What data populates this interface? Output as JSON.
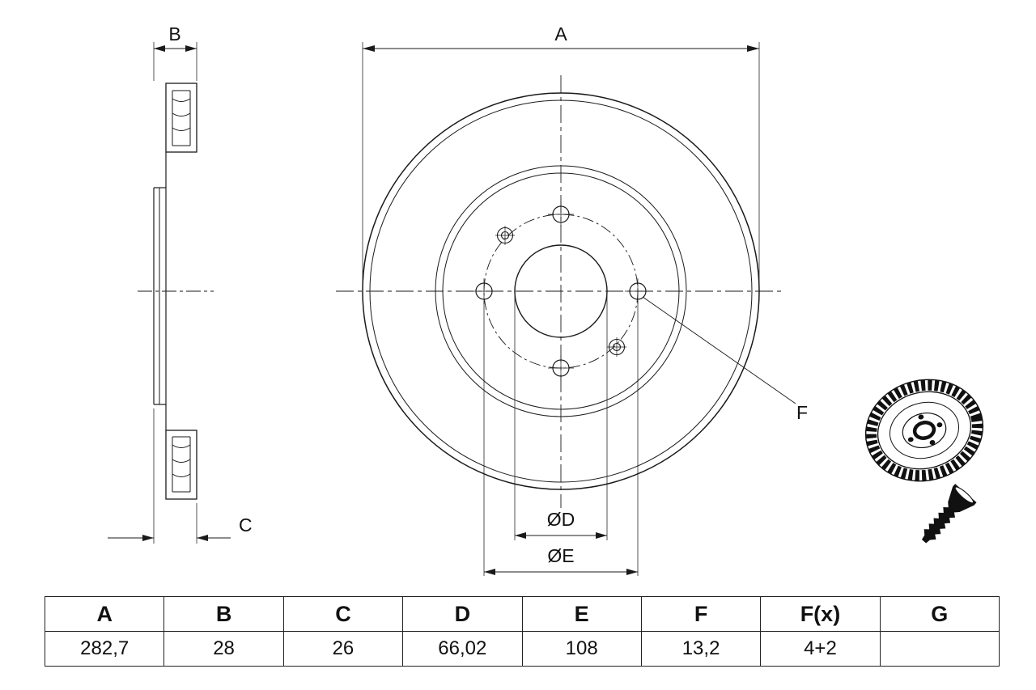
{
  "drawing": {
    "dimension_labels": {
      "a": "A",
      "b": "B",
      "c": "C",
      "d": "ØD",
      "e": "ØE",
      "f": "F"
    }
  },
  "table": {
    "headers": [
      "A",
      "B",
      "C",
      "D",
      "E",
      "F",
      "F(x)",
      "G"
    ],
    "values": [
      "282,7",
      "28",
      "26",
      "66,02",
      "108",
      "13,2",
      "4+2",
      ""
    ]
  },
  "colors": {
    "line": "#1a1a1a",
    "background": "#ffffff"
  }
}
